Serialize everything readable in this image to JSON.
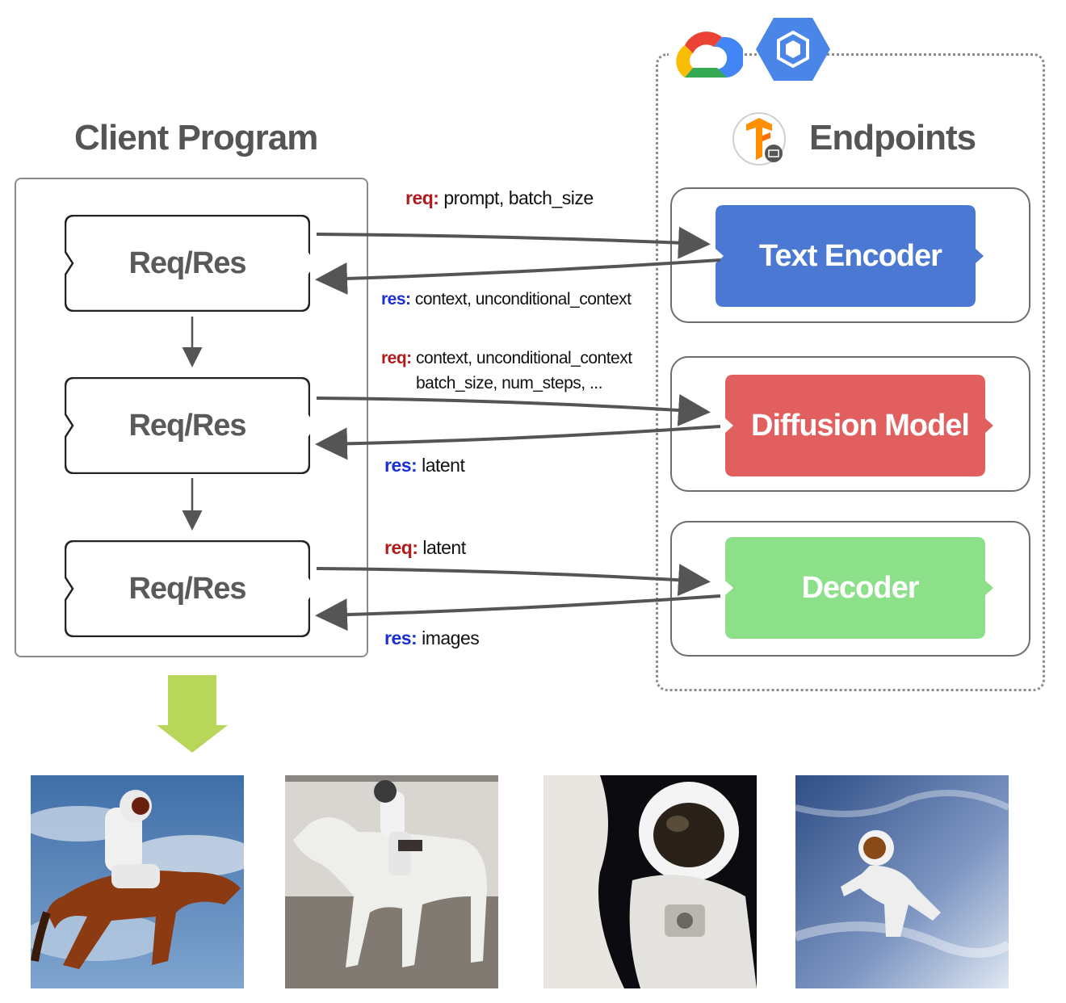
{
  "client": {
    "title": "Client Program",
    "steps": [
      {
        "label": "Req/Res"
      },
      {
        "label": "Req/Res"
      },
      {
        "label": "Req/Res"
      }
    ]
  },
  "endpoints": {
    "title": "Endpoints",
    "models": [
      {
        "label": "Text Encoder",
        "color": "#4a78d2"
      },
      {
        "label": "Diffusion Model",
        "color": "#e25f5f"
      },
      {
        "label": "Decoder",
        "color": "#8ce08a"
      }
    ]
  },
  "messages": {
    "m1_req_kw": "req:",
    "m1_req_text": "prompt, batch_size",
    "m1_res_kw": "res:",
    "m1_res_text": "context, unconditional_context",
    "m2_req_kw": "req:",
    "m2_req_text": "context, unconditional_context",
    "m2_req_text2": "batch_size, num_steps, ...",
    "m2_res_kw": "res:",
    "m2_res_text": "latent",
    "m3_req_kw": "req:",
    "m3_req_text": "latent",
    "m3_res_kw": "res:",
    "m3_res_text": "images"
  },
  "icons": {
    "cloud": "google-cloud-icon",
    "vertex": "vertex-ai-icon",
    "tf": "tensorflow-serving-icon"
  },
  "colors": {
    "req": "#b01b1b",
    "res": "#1a2fd0",
    "output_arrow": "#b8d65a",
    "border": "#8a8a8a"
  }
}
